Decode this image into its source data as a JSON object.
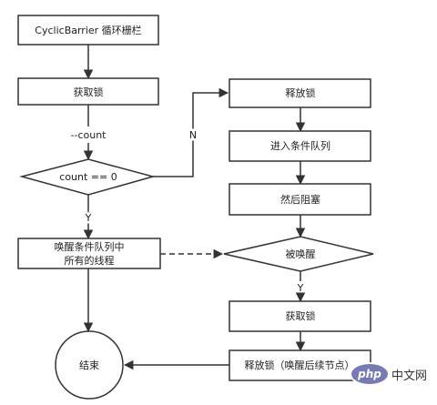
{
  "nodes": {
    "start": "CyclicBarrier 循环栅栏",
    "acquire_lock_1": "获取锁",
    "decrement": "--count",
    "count_check": "count == 0",
    "branch_no": "N",
    "branch_yes": "Y",
    "wake_all_line1": "唤醒条件队列中",
    "wake_all_line2": "所有的线程",
    "end": "结束",
    "release_lock": "释放锁",
    "enter_queue": "进入条件队列",
    "then_block": "然后阻塞",
    "woken": "被唤醒",
    "woken_yes": "Y",
    "acquire_lock_2": "获取锁",
    "release_wake_next": "释放锁（唤醒后续节点）"
  },
  "colors": {
    "box_fill": "#ffffff",
    "stroke": "#333333",
    "text": "#222222"
  },
  "watermark": {
    "logo": "php",
    "site": "中文网"
  }
}
